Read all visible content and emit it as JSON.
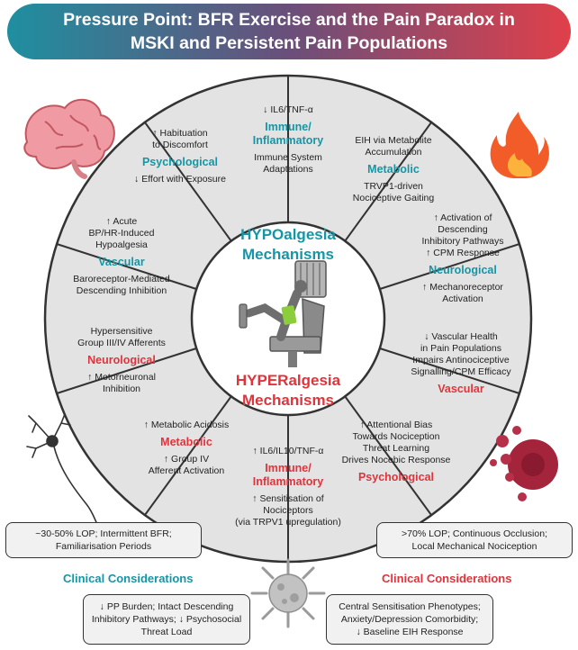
{
  "title": "Pressure Point: BFR Exercise and the Pain Paradox in\nMSKI and Persistent Pain Populations",
  "center": {
    "hypo_title": "HYPOalgesia\nMechanisms",
    "hyper_title": "HYPERalgesia\nMechanisms"
  },
  "hypo_segments": {
    "immune": {
      "top": "↓ IL6/TNF-α",
      "heading": "Immune/\nInflammatory",
      "bottom": "Immune System\nAdaptations"
    },
    "metabolic": {
      "top": "EIH via Metabolite\nAccumulation",
      "heading": "Metabolic",
      "bottom": "TRVP1-driven\nNociceptive Gaiting"
    },
    "neurological": {
      "top": "↑ Activation of\nDescending\nInhibitory Pathways\n↑ CPM Response",
      "heading": "Neurological",
      "bottom": "↑ Mechanoreceptor\nActivation"
    },
    "vascular": {
      "top": "↑ Acute\nBP/HR-Induced\nHypoalgesia",
      "heading": "Vascular",
      "bottom": "Baroreceptor-Mediated\nDescending Inhibition"
    },
    "psychological": {
      "top": "↑ Habituation\nto Discomfort",
      "heading": "Psychological",
      "bottom": "↓ Effort with Exposure"
    }
  },
  "hyper_segments": {
    "vascular": {
      "top": "↓ Vascular Health\nin Pain Populations\nImpairs Antinociceptive\nSignalling/CPM Efficacy",
      "heading": "Vascular"
    },
    "psychological": {
      "top": "↑ Attentional Bias\nTowards Nociception\nThreat Learning\nDrives Nocebic Response",
      "heading": "Psychological"
    },
    "immune": {
      "top": "↑ IL6/IL10/TNF-α",
      "heading": "Immune/\nInflammatory",
      "bottom": "↑ Sensitisation of\nNociceptors\n(via TRPV1 upregulation)"
    },
    "metabolic": {
      "top": "↑ Metabolic Acidosis",
      "heading": "Metabolic",
      "bottom": "↑ Group IV\nAfferent Activation"
    },
    "neurological": {
      "top": "Hypersensitive\nGroup III/IV Afferents",
      "heading": "Neurological",
      "bottom": "↑ Motorneuronal\nInhibition"
    }
  },
  "clinical": {
    "heading": "Clinical Considerations",
    "left_top": "~30-50% LOP; Intermittent BFR;\nFamiliarisation Periods",
    "left_bottom": "↓ PP Burden; Intact Descending\nInhibitory Pathways; ↓ Psychosocial\nThreat Load",
    "right_top": ">70% LOP; Continuous Occlusion;\nLocal Mechanical Nociception",
    "right_bottom": "Central Sensitisation Phenotypes;\nAnxiety/Depression Comorbidity;\n↓ Baseline EIH Response"
  },
  "icons": [
    "brain-icon",
    "fire-icon",
    "neuron-icon",
    "blood-cells-icon",
    "virus-icon",
    "leg-press-machine-icon"
  ],
  "colors": {
    "teal": "#1596a6",
    "red": "#e0343c",
    "segment_fill": "#e3e3e3"
  }
}
